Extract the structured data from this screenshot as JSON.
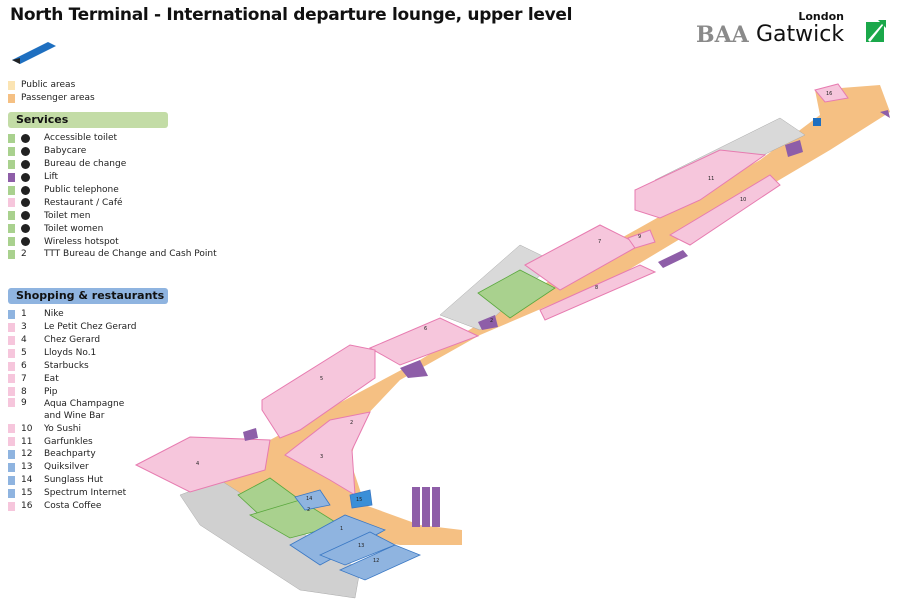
{
  "title": "North Terminal - International departure lounge, upper level",
  "logo": {
    "city": "London",
    "brand_prefix": "BAA",
    "brand": "Gatwick"
  },
  "area_legend": [
    {
      "label": "Public areas",
      "color": "#fbe4b3"
    },
    {
      "label": "Passenger areas",
      "color": "#f5c083"
    }
  ],
  "services": {
    "heading": "Services",
    "color": "#c3dca6",
    "items": [
      {
        "icon": "accessible-toilet-icon",
        "label": "Accessible toilet",
        "color": "#a9d18e"
      },
      {
        "icon": "babycare-icon",
        "label": "Babycare",
        "color": "#a9d18e"
      },
      {
        "icon": "bureau-de-change-icon",
        "label": "Bureau de change",
        "color": "#a9d18e"
      },
      {
        "icon": "lift-icon",
        "label": "Lift",
        "color": "#8e5ea8"
      },
      {
        "icon": "telephone-icon",
        "label": "Public telephone",
        "color": "#a9d18e"
      },
      {
        "icon": "restaurant-icon",
        "label": "Restaurant / Café",
        "color": "#f6c6dc"
      },
      {
        "icon": "toilet-men-icon",
        "label": "Toilet men",
        "color": "#a9d18e"
      },
      {
        "icon": "toilet-women-icon",
        "label": "Toilet women",
        "color": "#a9d18e"
      },
      {
        "icon": "wireless-hotspot-icon",
        "label": "Wireless hotspot",
        "color": "#a9d18e"
      },
      {
        "num": "2",
        "label": "TTT Bureau de Change and Cash Point",
        "color": "#a9d18e"
      }
    ]
  },
  "shopping": {
    "heading": "Shopping & restaurants",
    "color": "#8fb4e0",
    "items": [
      {
        "num": "1",
        "label": "Nike",
        "color": "#8fb4e0"
      },
      {
        "num": "3",
        "label": "Le Petit Chez Gerard",
        "color": "#f6c6dc"
      },
      {
        "num": "4",
        "label": "Chez Gerard",
        "color": "#f6c6dc"
      },
      {
        "num": "5",
        "label": "Lloyds No.1",
        "color": "#f6c6dc"
      },
      {
        "num": "6",
        "label": "Starbucks",
        "color": "#f6c6dc"
      },
      {
        "num": "7",
        "label": "Eat",
        "color": "#f6c6dc"
      },
      {
        "num": "8",
        "label": "Pip",
        "color": "#f6c6dc"
      },
      {
        "num": "9",
        "label": "Aqua Champagne and Wine Bar",
        "color": "#f6c6dc"
      },
      {
        "num": "10",
        "label": "Yo Sushi",
        "color": "#f6c6dc"
      },
      {
        "num": "11",
        "label": "Garfunkles",
        "color": "#f6c6dc"
      },
      {
        "num": "12",
        "label": "Beachparty",
        "color": "#8fb4e0"
      },
      {
        "num": "13",
        "label": "Quiksilver",
        "color": "#8fb4e0"
      },
      {
        "num": "14",
        "label": "Sunglass Hut",
        "color": "#8fb4e0"
      },
      {
        "num": "15",
        "label": "Spectrum Internet",
        "color": "#8fb4e0"
      },
      {
        "num": "16",
        "label": "Costa Coffee",
        "color": "#f6c6dc"
      }
    ]
  },
  "map_labels": {
    "u1": "1",
    "u3": "3",
    "u4": "4",
    "u5": "5",
    "u6": "6",
    "u7": "7",
    "u8": "8",
    "u9": "9",
    "u10": "10",
    "u11": "11",
    "u12": "12",
    "u13": "13",
    "u14": "14",
    "u15": "15",
    "u16": "16",
    "u2a": "2",
    "u2b": "2",
    "u2c": "2"
  }
}
